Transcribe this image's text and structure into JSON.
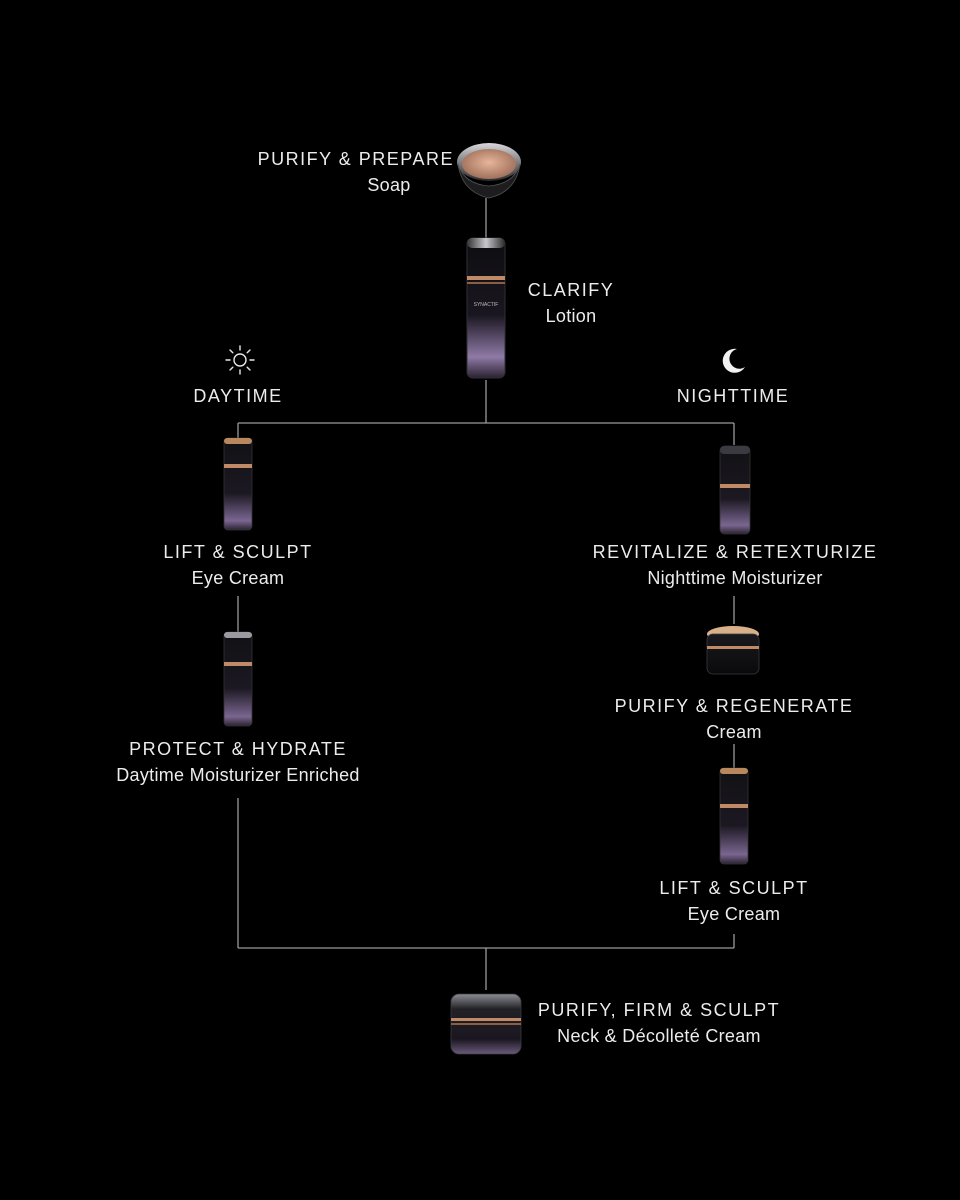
{
  "flow": {
    "purify_prepare": {
      "title": "PURIFY & PREPARE",
      "subtitle": "Soap"
    },
    "clarify": {
      "title": "CLARIFY",
      "subtitle": "Lotion"
    },
    "daytime": {
      "label": "DAYTIME",
      "icon": "sun-icon"
    },
    "nighttime": {
      "label": "NIGHTTIME",
      "icon": "moon-icon"
    },
    "day_steps": [
      {
        "title": "LIFT & SCULPT",
        "subtitle": "Eye Cream"
      },
      {
        "title": "PROTECT & HYDRATE",
        "subtitle": "Daytime Moisturizer Enriched"
      }
    ],
    "night_steps": [
      {
        "title": "REVITALIZE & RETEXTURIZE",
        "subtitle": "Nighttime Moisturizer"
      },
      {
        "title": "PURIFY & REGENERATE",
        "subtitle": "Cream"
      },
      {
        "title": "LIFT & SCULPT",
        "subtitle": "Eye Cream"
      }
    ],
    "final": {
      "title": "PURIFY, FIRM & SCULPT",
      "subtitle": "Neck & Décolleté Cream"
    },
    "brand_mark": "SYNACTIF"
  }
}
